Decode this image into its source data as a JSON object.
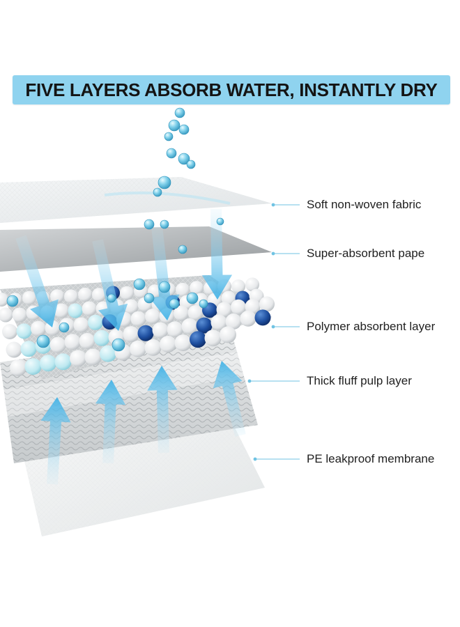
{
  "banner": {
    "title": "FIVE LAYERS ABSORB WATER, INSTANTLY DRY"
  },
  "layers": [
    {
      "label": "Soft non-woven fabric"
    },
    {
      "label": "Super-absorbent pape"
    },
    {
      "label": "Polymer absorbent layer"
    },
    {
      "label": "Thick fluff pulp layer"
    },
    {
      "label": "PE leakproof membrane"
    }
  ],
  "colors": {
    "banner_background": "#8fd3ef",
    "water_drop": "#5fb8d8",
    "arrow": "#4fb8e8",
    "polymer_dark_bead": "#1e4fa0",
    "polymer_light_bead": "#bde8f0",
    "leader_line": "#6fc3e3"
  },
  "icons": {
    "down_arrow": "arrow-down-icon",
    "up_arrow": "arrow-up-icon",
    "water_drop": "water-drop-icon"
  }
}
